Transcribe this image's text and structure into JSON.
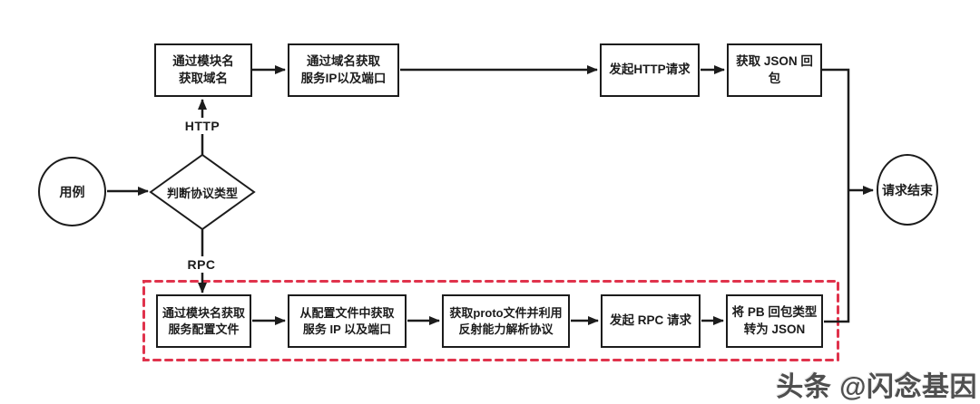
{
  "colors": {
    "line": "#1c1c1c",
    "box_border": "#1c1c1c",
    "box_fill": "#ffffff",
    "dashed_border": "#e0334c",
    "background": "#ffffff",
    "watermark": "#4f4f4f"
  },
  "nodes": {
    "start": {
      "label": "用例"
    },
    "decision": {
      "label": "判断协议类型"
    },
    "end": {
      "label": "请求结束"
    }
  },
  "branches": {
    "http": {
      "label": "HTTP"
    },
    "rpc": {
      "label": "RPC"
    }
  },
  "http_flow": {
    "steps": [
      {
        "label": "通过模块名\n获取域名"
      },
      {
        "label": "通过域名获取\n服务IP以及端口"
      },
      {
        "label": "发起HTTP请求"
      },
      {
        "label": "获取 JSON 回\n包"
      }
    ]
  },
  "rpc_flow": {
    "steps": [
      {
        "label": "通过模块名获取\n服务配置文件"
      },
      {
        "label": "从配置文件中获取\n服务 IP 以及端口"
      },
      {
        "label": "获取proto文件并利用\n反射能力解析协议"
      },
      {
        "label": "发起 RPC 请求"
      },
      {
        "label": "将 PB 回包类型\n转为 JSON"
      }
    ]
  },
  "watermark": {
    "text": "头条 @闪念基因"
  }
}
